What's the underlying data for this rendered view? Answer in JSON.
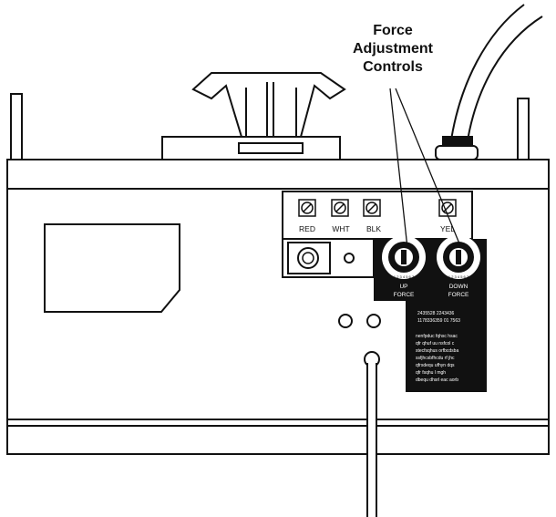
{
  "callout": {
    "lines": [
      "Force",
      "Adjustment",
      "Controls"
    ]
  },
  "terminals": [
    {
      "id": "red",
      "label": "RED"
    },
    {
      "id": "wht",
      "label": "WHT"
    },
    {
      "id": "blk",
      "label": "BLK"
    },
    {
      "id": "yel",
      "label": "YEL"
    }
  ],
  "dials": [
    {
      "id": "up",
      "lines": [
        "UP",
        "FORCE"
      ],
      "scale": "1 2 3 4 5 6 7"
    },
    {
      "id": "down",
      "lines": [
        "DOWN",
        "FORCE"
      ],
      "scale": "1 2 3 4 5 6 7"
    }
  ],
  "label_text": [
    "2435528  2243436",
    "1178336359  01 7563",
    "nenfpduc fqhsc hsac",
    "qfr qhuf uu nsfcol c",
    "stecfsqhus orfbcdsba",
    "ssfjhcsbfhcdu rf  jhc",
    "qfrsdequ ufhyn dqs",
    "qfr fsqhu l mgh",
    "dbequ dhsrl eac aorb"
  ],
  "colors": {
    "line": "#111111",
    "paper": "#ffffff",
    "label": "#111111"
  }
}
